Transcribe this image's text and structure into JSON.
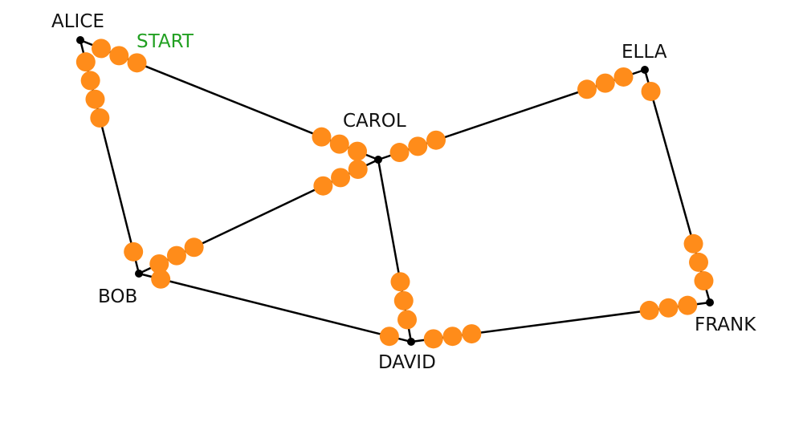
{
  "start_label": "START",
  "colors": {
    "edge": "#000000",
    "node": "#000000",
    "label": "#111111",
    "start": "#22a022",
    "dot": "#ff8c1a"
  },
  "nodes": [
    {
      "id": "alice",
      "label": "ALICE"
    },
    {
      "id": "bob",
      "label": "BOB"
    },
    {
      "id": "carol",
      "label": "CAROL"
    },
    {
      "id": "david",
      "label": "DAVID"
    },
    {
      "id": "ella",
      "label": "ELLA"
    },
    {
      "id": "frank",
      "label": "FRANK"
    }
  ],
  "edges": [
    {
      "from": "alice",
      "to": "carol",
      "dots_from": 3,
      "dots_to": 3
    },
    {
      "from": "alice",
      "to": "bob",
      "dots_from": 4,
      "dots_to": 1
    },
    {
      "from": "bob",
      "to": "carol",
      "dots_from": 3,
      "dots_to": 3
    },
    {
      "from": "bob",
      "to": "david",
      "dots_from": 1,
      "dots_to": 1
    },
    {
      "from": "carol",
      "to": "david",
      "dots_from": 0,
      "dots_to": 3
    },
    {
      "from": "carol",
      "to": "ella",
      "dots_from": 3,
      "dots_to": 3
    },
    {
      "from": "ella",
      "to": "frank",
      "dots_from": 1,
      "dots_to": 3
    },
    {
      "from": "david",
      "to": "frank",
      "dots_from": 3,
      "dots_to": 3
    }
  ]
}
